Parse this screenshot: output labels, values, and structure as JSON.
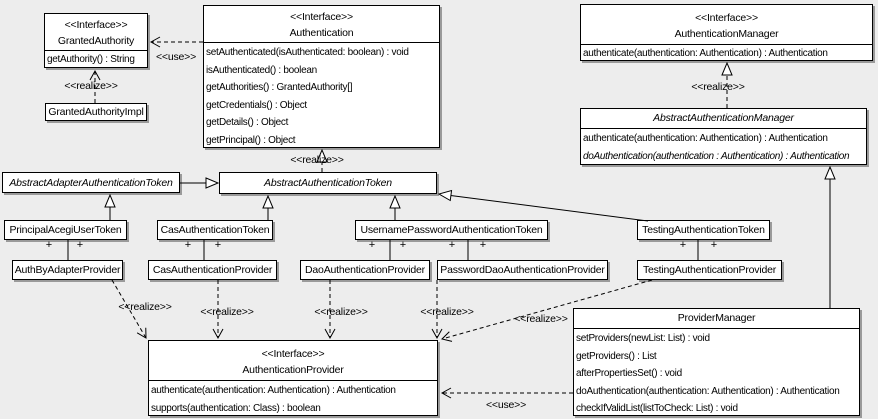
{
  "stereotypes": {
    "interface": "<<Interface>>",
    "realize": "<<realize>>",
    "use": "<<use>>",
    "plus": "+"
  },
  "colors": {
    "background": "#ededed",
    "box_fill": "#ffffff",
    "line": "#000000",
    "shadow": "#9a9a9a"
  },
  "classes": {
    "granted_authority": {
      "stereotype": "<<Interface>>",
      "name": "GrantedAuthority",
      "methods": [
        "getAuthority() : String"
      ]
    },
    "granted_authority_impl": {
      "name": "GrantedAuthorityImpl"
    },
    "authentication": {
      "stereotype": "<<Interface>>",
      "name": "Authentication",
      "methods": [
        "setAuthenticated(isAuthenticated: boolean) : void",
        "isAuthenticated() : boolean",
        "getAuthorities() : GrantedAuthority[]",
        "getCredentials() : Object",
        "getDetails() : Object",
        "getPrincipal() : Object"
      ]
    },
    "authentication_manager": {
      "stereotype": "<<Interface>>",
      "name": "AuthenticationManager",
      "methods": [
        "authenticate(authentication: Authentication) : Authentication"
      ]
    },
    "abstract_authentication_manager": {
      "name": "AbstractAuthenticationManager",
      "methods": [
        "authenticate(authentication: Authentication) : Authentication",
        "doAuthentication(authentication : Authentication) : Authentication"
      ]
    },
    "abstract_adapter_authentication_token": {
      "name": "AbstractAdapterAuthenticationToken"
    },
    "abstract_authentication_token": {
      "name": "AbstractAuthenticationToken"
    },
    "principal_acegi_user_token": {
      "name": "PrincipalAcegiUserToken"
    },
    "cas_authentication_token": {
      "name": "CasAuthenticationToken"
    },
    "username_password_authentication_token": {
      "name": "UsernamePasswordAuthenticationToken"
    },
    "testing_authentication_token": {
      "name": "TestingAuthenticationToken"
    },
    "auth_by_adapter_provider": {
      "name": "AuthByAdapterProvider"
    },
    "cas_authentication_provider": {
      "name": "CasAuthenticationProvider"
    },
    "dao_authentication_provider": {
      "name": "DaoAuthenticationProvider"
    },
    "password_dao_authentication_provider": {
      "name": "PasswordDaoAuthenticationProvider"
    },
    "testing_authentication_provider": {
      "name": "TestingAuthenticationProvider"
    },
    "authentication_provider": {
      "stereotype": "<<Interface>>",
      "name": "AuthenticationProvider",
      "methods": [
        "authenticate(authentication: Authentication) : Authentication",
        "supports(authentication: Class) : boolean"
      ]
    },
    "provider_manager": {
      "name": "ProviderManager",
      "methods": [
        "setProviders(newList: List) : void",
        "getProviders() : List",
        "afterPropertiesSet() : void",
        "doAuthentication(authentication: Authentication) : Authentication",
        "checkIfValidList(listToCheck: List) : void"
      ]
    }
  }
}
